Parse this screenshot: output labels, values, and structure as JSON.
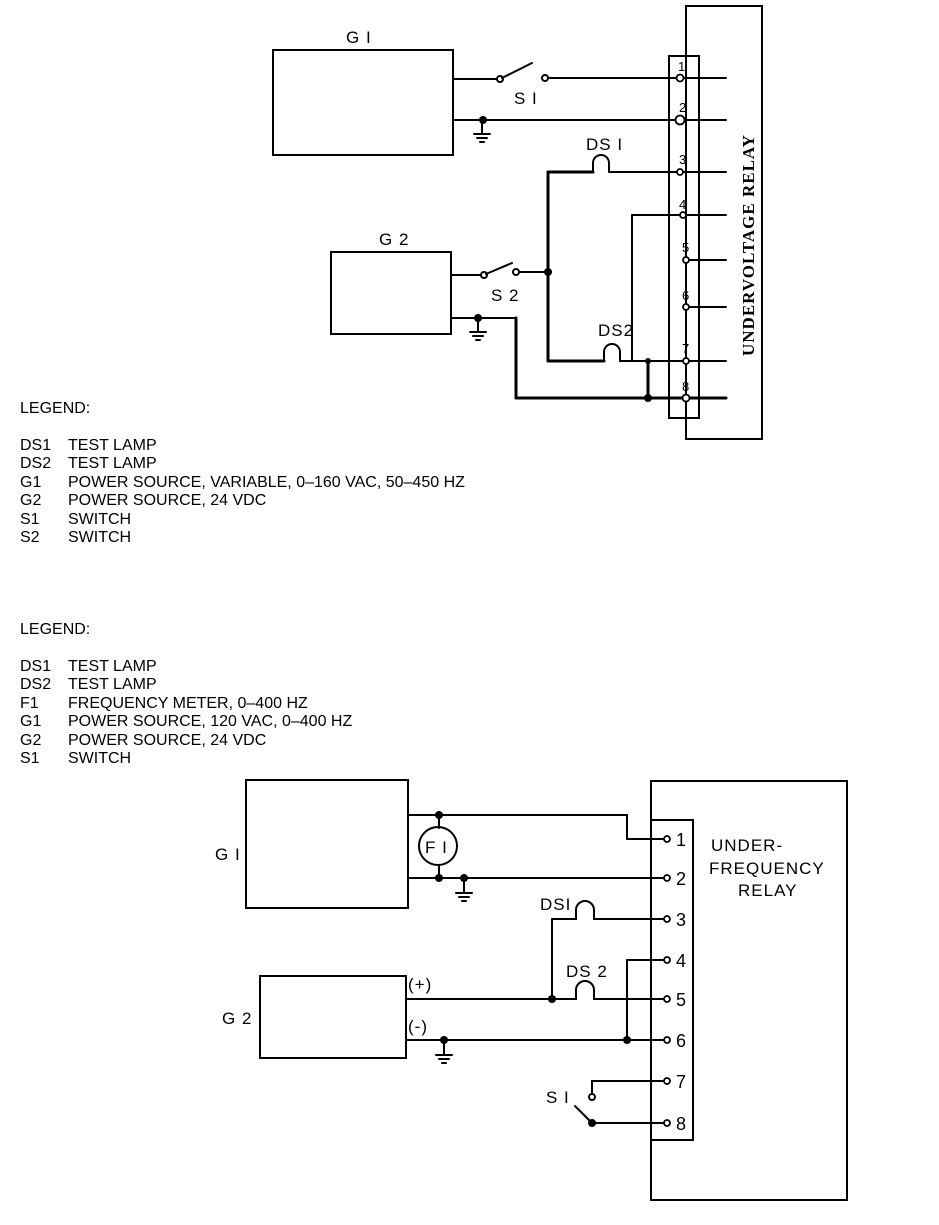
{
  "diagram1": {
    "relay_label": "UNDERVOLTAGE RELAY",
    "g1_label": "G I",
    "g2_label": "G 2",
    "s1_label": "S I",
    "s2_label": "S 2",
    "ds1_label": "DS I",
    "ds2_label": "DS2",
    "pins": [
      "1",
      "2",
      "3",
      "4",
      "5",
      "6",
      "7",
      "8"
    ]
  },
  "legend1": {
    "title": "LEGEND:",
    "items": [
      {
        "code": "DS1",
        "desc": "TEST LAMP"
      },
      {
        "code": "DS2",
        "desc": "TEST LAMP"
      },
      {
        "code": "G1",
        "desc": "POWER SOURCE, VARIABLE, 0–160 VAC, 50–450 HZ"
      },
      {
        "code": "G2",
        "desc": "POWER SOURCE, 24 VDC"
      },
      {
        "code": "S1",
        "desc": "SWITCH"
      },
      {
        "code": "S2",
        "desc": "SWITCH"
      }
    ]
  },
  "legend2": {
    "title": "LEGEND:",
    "items": [
      {
        "code": "DS1",
        "desc": "TEST LAMP"
      },
      {
        "code": "DS2",
        "desc": "TEST LAMP"
      },
      {
        "code": "F1",
        "desc": "FREQUENCY METER, 0–400 HZ"
      },
      {
        "code": "G1",
        "desc": "POWER SOURCE, 120 VAC, 0–400 HZ"
      },
      {
        "code": "G2",
        "desc": "POWER SOURCE, 24 VDC"
      },
      {
        "code": "S1",
        "desc": "SWITCH"
      }
    ]
  },
  "diagram2": {
    "relay_line1": "UNDER-",
    "relay_line2": "FREQUENCY",
    "relay_line3": "RELAY",
    "g1_label": "G I",
    "g2_label": "G 2",
    "f1_label": "F I",
    "s1_label": "S I",
    "ds1_label": "DSI",
    "ds2_label": "DS 2",
    "plus_label": "(+)",
    "minus_label": "(-)",
    "pins": [
      "1",
      "2",
      "3",
      "4",
      "5",
      "6",
      "7",
      "8"
    ]
  }
}
